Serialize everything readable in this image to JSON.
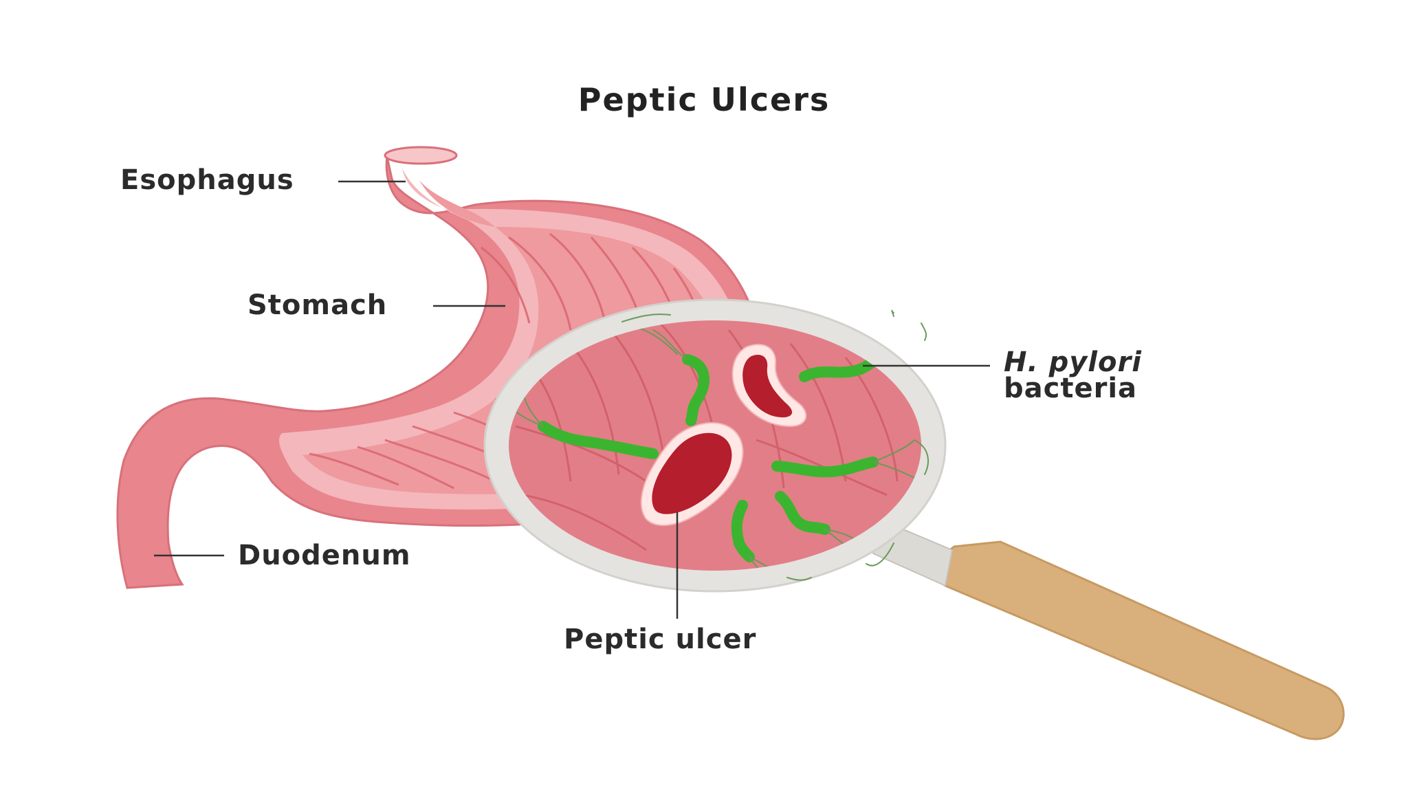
{
  "diagram": {
    "title": "Peptic Ulcers",
    "labels": {
      "esophagus": "Esophagus",
      "stomach": "Stomach",
      "duodenum": "Duodenum",
      "pylori_species": "H. pylori",
      "pylori_word": "bacteria",
      "ulcer": "Peptic ulcer"
    },
    "colors": {
      "tissue_outer": "#e8858d",
      "tissue_light": "#f4b7bb",
      "tissue_inner": "#ee9a9f",
      "tissue_fold": "#d9646e",
      "ulcer_dark": "#b51e2c",
      "ulcer_rim": "#ffe7e5",
      "bacteria": "#3bb52f",
      "lens_frame": "#e4e3df",
      "handle": "#d9b07c",
      "line": "#333333"
    }
  }
}
